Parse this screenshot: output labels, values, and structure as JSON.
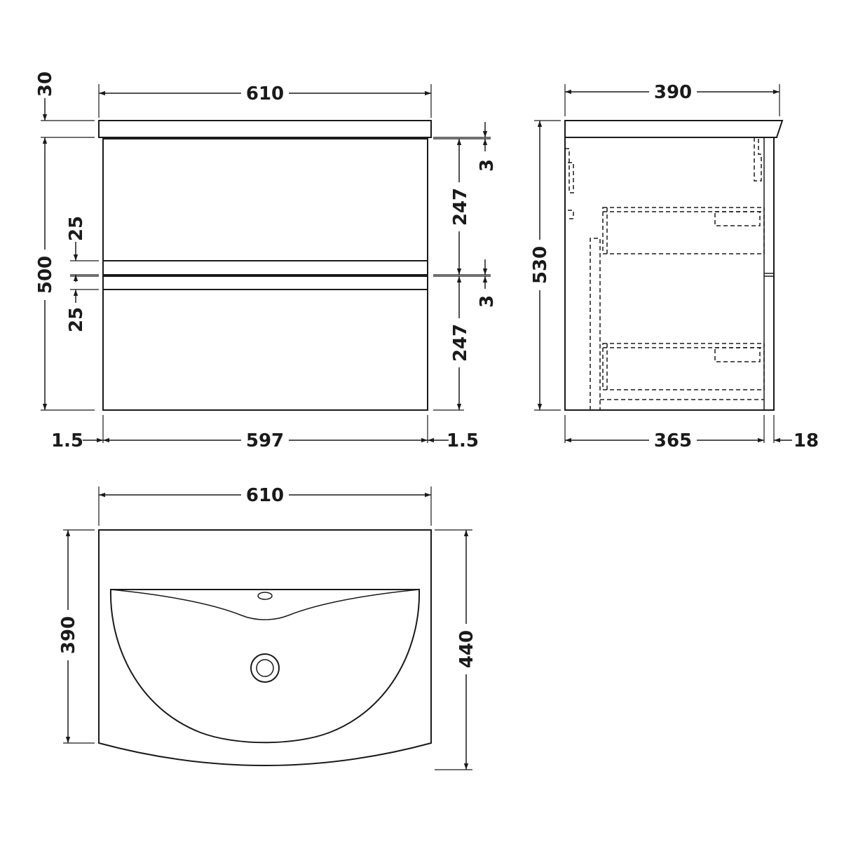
{
  "dimensions": {
    "front_width_top": "610",
    "worktop_thickness": "30",
    "overall_height": "500",
    "drawer_gap_top": "25",
    "drawer_gap_bottom": "25",
    "gap_right_top": "3",
    "gap_right_mid": "3",
    "drawer_height_top": "247",
    "drawer_height_bottom": "247",
    "side_left": "1.5",
    "front_width_inner": "597",
    "side_right": "1.5",
    "side_depth_top": "390",
    "side_height": "530",
    "side_depth_body": "365",
    "side_door_thickness": "18",
    "basin_width": "610",
    "basin_depth_left": "390",
    "basin_depth_right": "440"
  }
}
